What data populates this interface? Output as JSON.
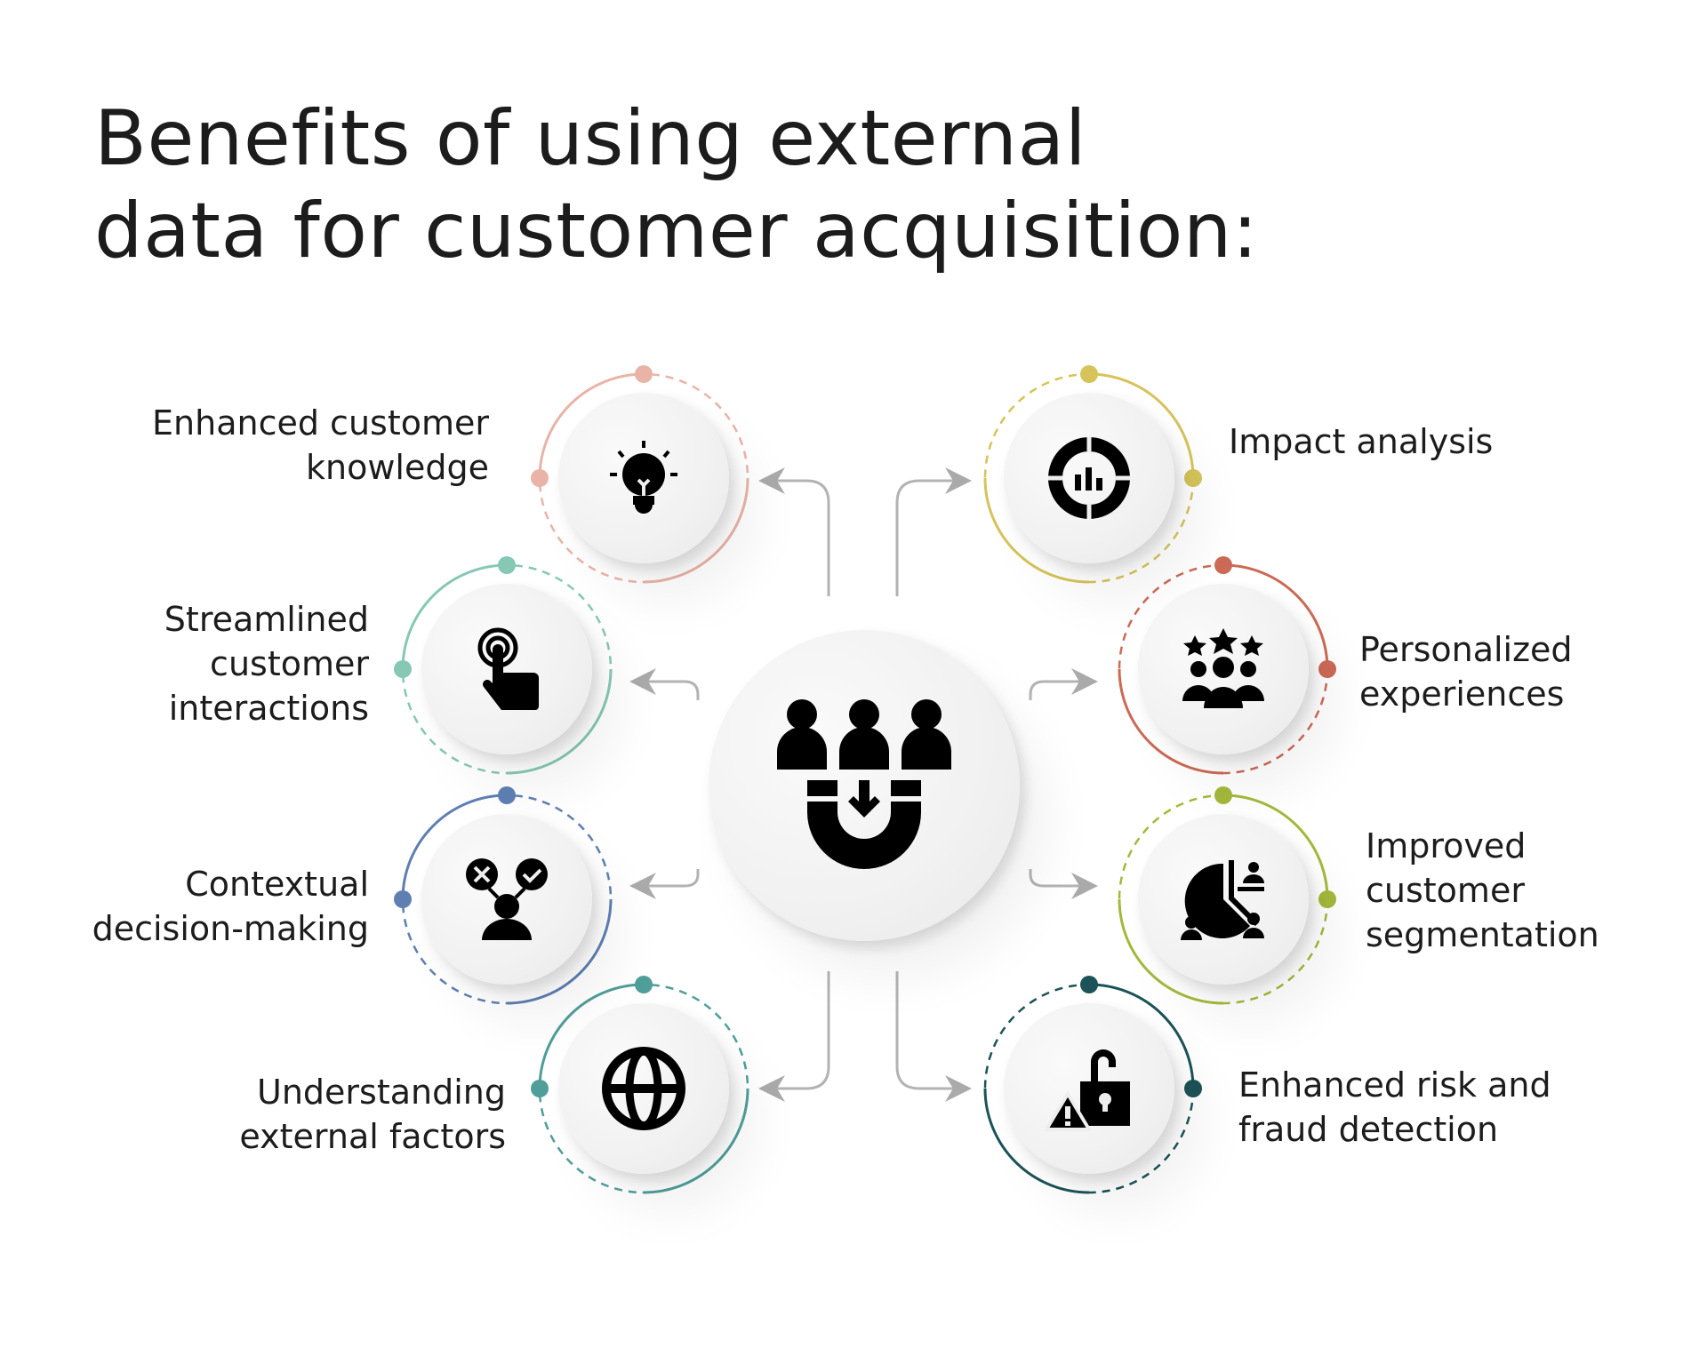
{
  "title": {
    "line1": "Benefits of using external",
    "line2": "data for customer acquisition:"
  },
  "center": {
    "icon": "customer-magnet-icon"
  },
  "benefits": [
    {
      "lines": [
        "Enhanced customer",
        "knowledge"
      ],
      "icon": "lightbulb-icon",
      "color": "#e9b4a7"
    },
    {
      "lines": [
        "Streamlined",
        "customer",
        "interactions"
      ],
      "icon": "touch-icon",
      "color": "#86c8b3"
    },
    {
      "lines": [
        "Contextual",
        "decision-making"
      ],
      "icon": "decision-icon",
      "color": "#5f7fb3"
    },
    {
      "lines": [
        "Understanding",
        "external factors"
      ],
      "icon": "globe-icon",
      "color": "#4f9e9a"
    },
    {
      "lines": [
        "Impact analysis"
      ],
      "icon": "chart-donut-icon",
      "color": "#d6c35a"
    },
    {
      "lines": [
        "Personalized",
        "experiences"
      ],
      "icon": "rated-group-icon",
      "color": "#cc6a55"
    },
    {
      "lines": [
        "Improved",
        "customer",
        "segmentation"
      ],
      "icon": "segmentation-icon",
      "color": "#a5b83c"
    },
    {
      "lines": [
        "Enhanced risk and",
        "fraud detection"
      ],
      "icon": "risk-lock-icon",
      "color": "#1c5358"
    }
  ]
}
